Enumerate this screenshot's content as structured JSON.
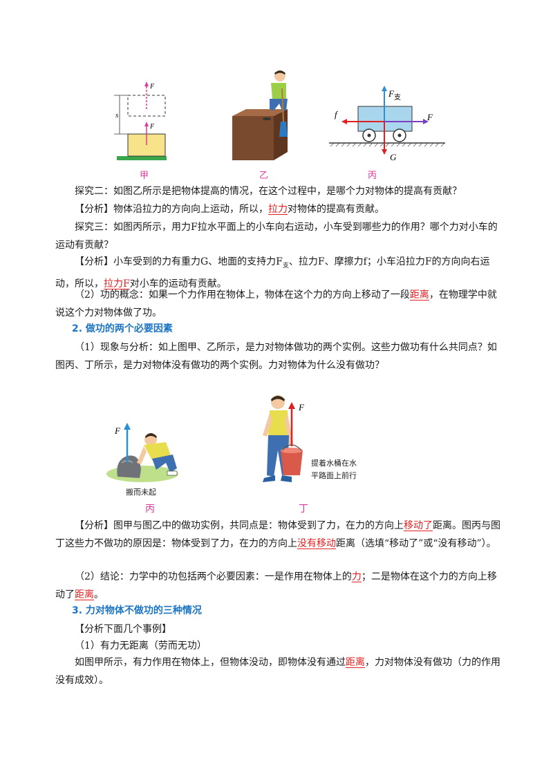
{
  "figure_top": {
    "jia": {
      "label_s": "s",
      "label_f": "F",
      "caption": "甲"
    },
    "yi": {
      "caption": "乙"
    },
    "bing": {
      "label_f_support": "F",
      "label_f_support_sub": "支",
      "label_f": "F",
      "label_friction": "f",
      "label_g": "G",
      "caption": "丙"
    }
  },
  "para1": "探究二：如图乙所示是把物体提高的情况，在这个过程中，是哪个力对物体的提高有贡献？",
  "para2": {
    "pre": "【分析】物体沿拉力的方向向上运动，所以，",
    "answer": "拉力",
    "post": "对物体的提高有贡献。"
  },
  "para3": "探究三：如图丙所示，用力F拉水平面上的小车向右运动，小车受到哪些力的作用？哪个力对小车的运动有贡献？",
  "para4": {
    "pre": "【分析】小车受到的力有重力G、地面的支持力F",
    "sub": "支",
    "mid": "、拉力F、摩擦力f；小车沿拉力F的方向向右运动，所以，",
    "answer": "拉力F",
    "post": "对小车的运动有贡献。"
  },
  "para5": {
    "pre": "（2）功的概念：如果一个力作用在物体上，物体在这个力的方向上移动了一段",
    "answer": "距离",
    "post": "，在物理学中就说这个力对物体做了功。"
  },
  "heading2": "2. 做功的两个必要因素",
  "para6": "（1）现象与分析：如上图甲、乙所示，是力对物体做功的两个实例。这些力做功有什么共同点？如图丙、丁所示，是力对物体没有做功的两个实例。力对物体为什么没有做功？",
  "figure_mid": {
    "bing": {
      "label_f": "F",
      "note": "搬而未起",
      "caption": "丙"
    },
    "ding": {
      "label_f": "F",
      "note_line1": "提着水桶在水",
      "note_line2": "平路面上前行",
      "caption": "丁"
    }
  },
  "para7": {
    "pre": "【分析】图甲与图乙中的做功实例，共同点是：物体受到了力，在力的方向上",
    "answer1": "移动了",
    "mid": "距离。图丙与图丁这些力不做功的原因是：物体受到了力，在力的方向上",
    "answer2": "没有移动",
    "post": "距离（选填“移动了”或“没有移动”）。"
  },
  "para8": {
    "pre": "（2）结论：力学中的功包括两个必要因素：一是作用在物体上的",
    "answer1": "力",
    "mid": "；二是物体在这个力的方向上移动了",
    "answer2": "距离",
    "post": "。"
  },
  "heading3": "3. 力对物体不做功的三种情况",
  "para9": "【分析下面几个事例】",
  "para10": "（1）有力无距离（劳而无功）",
  "para11": {
    "pre": "如图甲所示，有力作用在物体上，但物体没动，即物体没有通过",
    "answer": "距离",
    "post": "，力对物体没有做功（力的作用没有成效）。"
  },
  "colors": {
    "heading": "#1b74c4",
    "answer": "#e02020",
    "caption": "#e0389a",
    "arrow_pink": "#e0389a",
    "arrow_blue": "#2a8fd6",
    "arrow_red": "#e02020"
  }
}
